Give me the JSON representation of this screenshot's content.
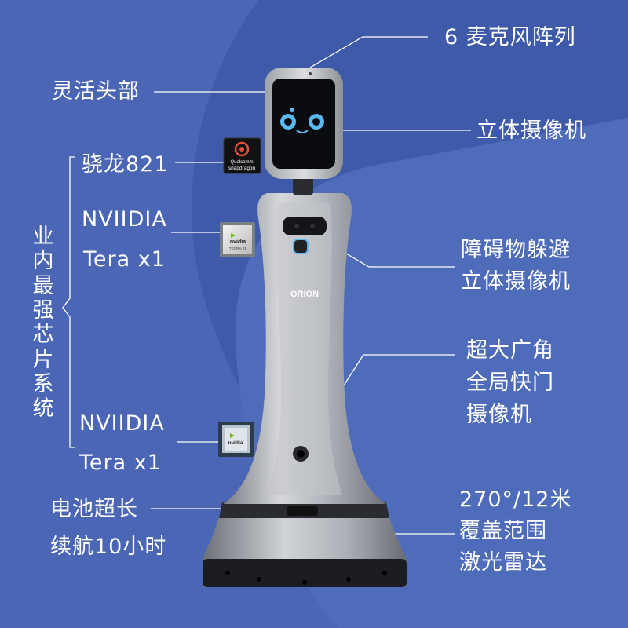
{
  "colors": {
    "bg_light": "#4a66b4",
    "bg_dark": "#3d57a6",
    "bg_deep": "#36509b",
    "line": "#ffffff",
    "text": "#ffffff",
    "robot_silver": "#b9bcc2",
    "robot_dark": "#1c1d22",
    "screen_eye": "#5bb9f0"
  },
  "callouts": {
    "mic_array": "6 麦克风阵列",
    "head": "灵活头部",
    "stereo_camera": "立体摄像机",
    "snapdragon": "骁龙821",
    "nvidia_1": "NVIIDIA",
    "tera_1": "Tera x1",
    "obstacle_line1": "障碍物躲避",
    "obstacle_line2": "立体摄像机",
    "chip_system": "业内最强芯片系统",
    "wide_line1": "超大广角",
    "wide_line2": "全局快门",
    "wide_line3": "摄像机",
    "nvidia_2": "NVIIDIA",
    "tera_2": "Tera x1",
    "battery_line1": "电池超长",
    "battery_line2": "续航10小时",
    "lidar_line1": "270°/12米",
    "lidar_line2": "覆盖范围",
    "lidar_line3": "激光雷达"
  },
  "chips": {
    "snapdragon_brand": "Qualcomm",
    "snapdragon_name": "snapdragon",
    "nvidia_brand": "nvidia",
    "tegra_name": "TEGRA X1"
  },
  "robot": {
    "logo": "ORION"
  },
  "icons": [
    "snapdragon-chip-icon",
    "nvidia-tegra-chip-icon",
    "robot-illustration"
  ]
}
